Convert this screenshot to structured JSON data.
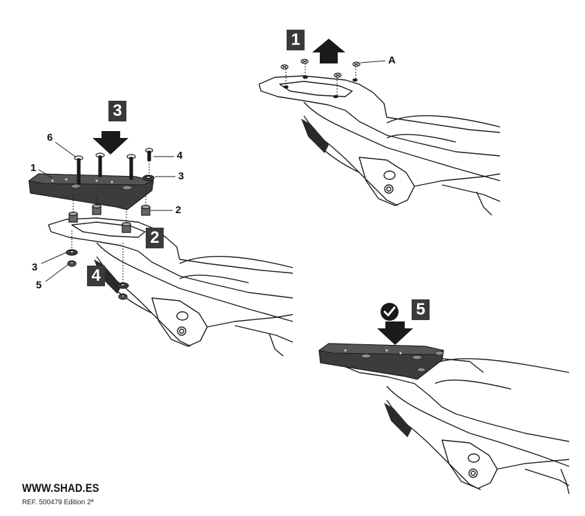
{
  "steps": {
    "step1": "1",
    "step2": "2",
    "step3": "3",
    "step4": "4",
    "step5": "5"
  },
  "callouts": {
    "A": "A",
    "part1": "1",
    "part2": "2",
    "part3_top": "3",
    "part3_bottom": "3",
    "part4": "4",
    "part5": "5",
    "part6": "6"
  },
  "footer": {
    "url": "WWW.SHAD.ES",
    "ref": "REF. 500479 Edition 2ª"
  },
  "colors": {
    "badge": "#3a3a3a",
    "arrow": "#1a1a1a",
    "plate": "#3c3c3c",
    "line": "#1a1a1a"
  },
  "icons": {
    "check": "check-circle-icon",
    "arrow_up": "arrow-up-icon",
    "arrow_down": "arrow-down-icon"
  }
}
